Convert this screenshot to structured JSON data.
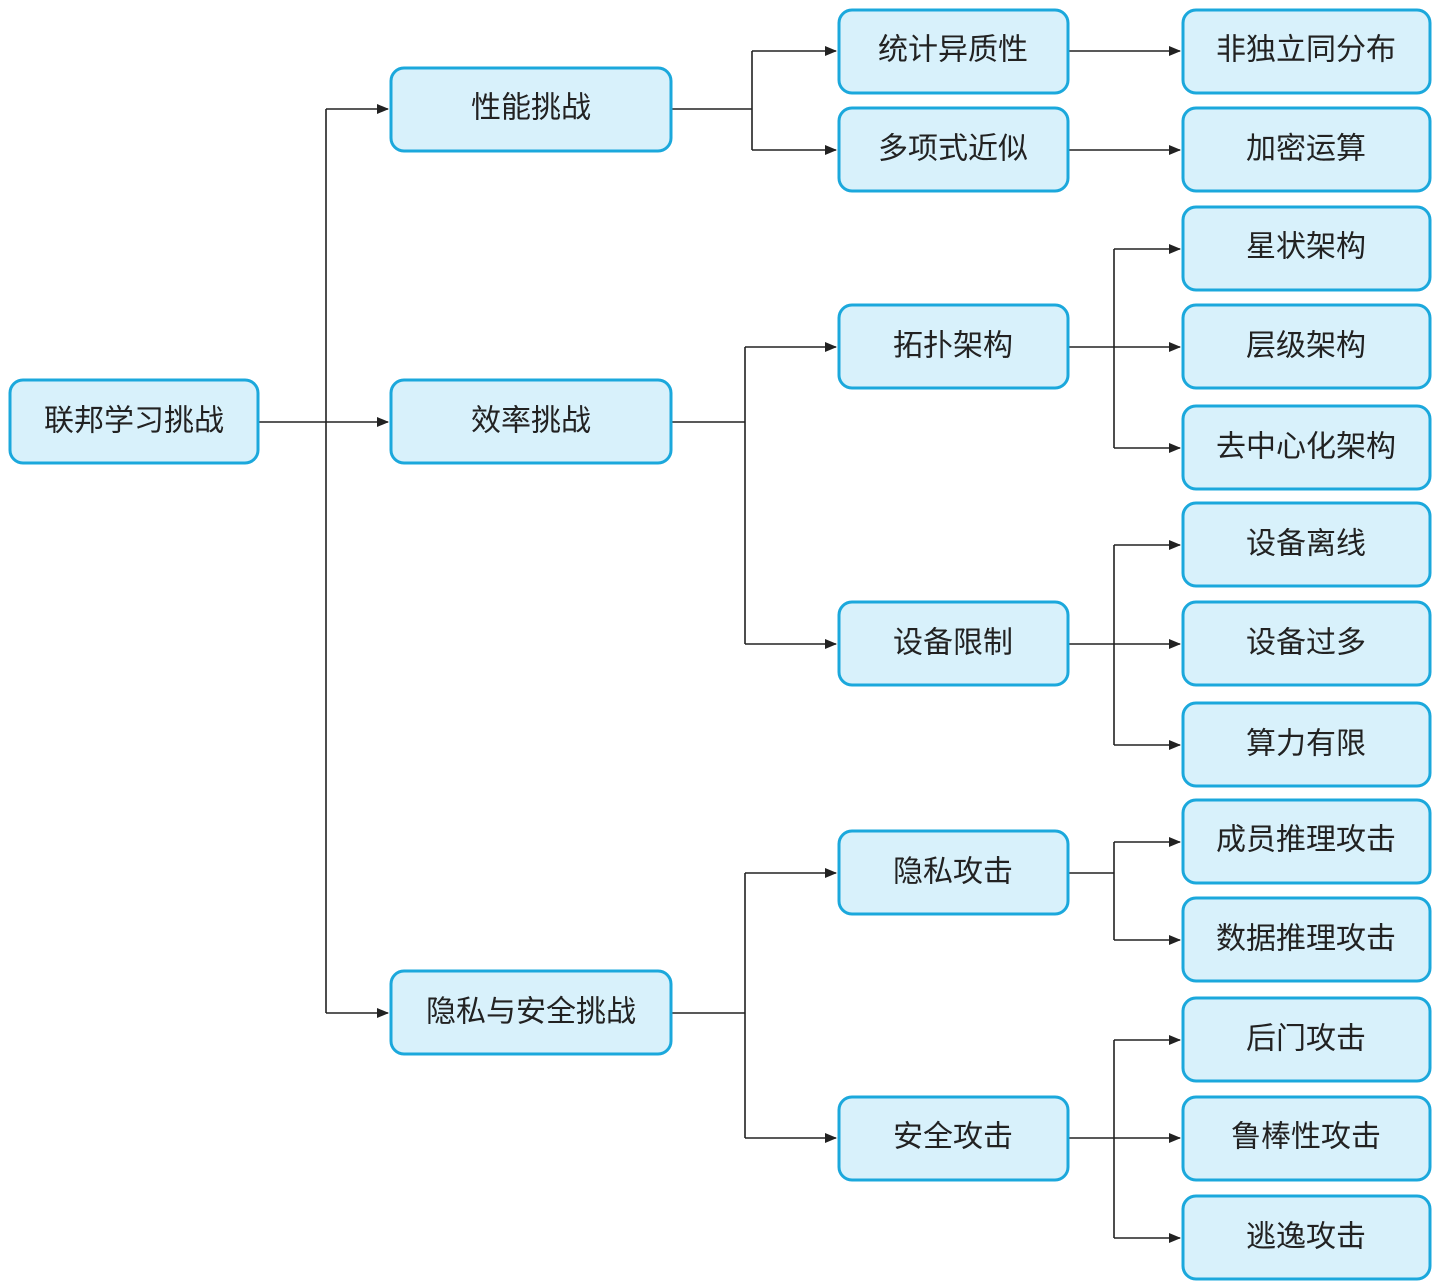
{
  "root": "联邦学习挑战",
  "challenges": {
    "performance": {
      "label": "性能挑战",
      "statistical_heterogeneity": "统计异质性",
      "non_iid": "非独立同分布",
      "polynomial_approximation": "多项式近似",
      "encrypted_computation": "加密运算"
    },
    "efficiency": {
      "label": "效率挑战",
      "topology": {
        "label": "拓扑架构",
        "star": "星状架构",
        "hierarchical": "层级架构",
        "decentralized": "去中心化架构"
      },
      "device_limits": {
        "label": "设备限制",
        "offline": "设备离线",
        "too_many": "设备过多",
        "limited_compute": "算力有限"
      }
    },
    "privacy_security": {
      "label": "隐私与安全挑战",
      "privacy_attacks": {
        "label": "隐私攻击",
        "membership_inference": "成员推理攻击",
        "data_inference": "数据推理攻击"
      },
      "security_attacks": {
        "label": "安全攻击",
        "backdoor": "后门攻击",
        "robustness": "鲁棒性攻击",
        "evasion": "逃逸攻击"
      }
    }
  },
  "colors": {
    "node_fill": "#d8f1fb",
    "node_border": "#1ba8dc",
    "line": "#222222",
    "text": "#222222"
  }
}
